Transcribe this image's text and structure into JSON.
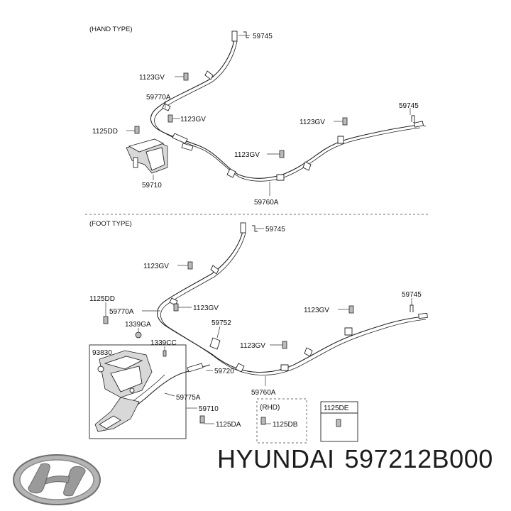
{
  "sections": {
    "hand": "(HAND TYPE)",
    "foot": "(FOOT TYPE)"
  },
  "hand_labels": {
    "p59745_top": "59745",
    "p1123gv_a": "1123GV",
    "p59770a": "59770A",
    "p1123gv_b": "1123GV",
    "p1125dd": "1125DD",
    "p59745_right": "59745",
    "p1123gv_c": "1123GV",
    "p1123gv_d": "1123GV",
    "p59710": "59710",
    "p59760a": "59760A"
  },
  "foot_labels": {
    "p59745_top": "59745",
    "p1123gv_a": "1123GV",
    "p1125dd": "1125DD",
    "p59770a": "59770A",
    "p1123gv_b": "1123GV",
    "p59745_right": "59745",
    "p1123gv_c": "1123GV",
    "p1339ga": "1339GA",
    "p59752": "59752",
    "p1339cc": "1339CC",
    "p93830": "93830",
    "p1123gv_d": "1123GV",
    "p59720": "59720",
    "p59760a": "59760A",
    "p59775a": "59775A",
    "p59710": "59710",
    "p1125da": "1125DA",
    "rhd": "(RHD)",
    "p1125db": "1125DB",
    "p1125de": "1125DE"
  },
  "caption": {
    "brand": "HYUNDAI",
    "part_number": "597212B000"
  },
  "logo": {
    "name": "hyundai-logo-icon",
    "color": "#9a9a9a"
  }
}
